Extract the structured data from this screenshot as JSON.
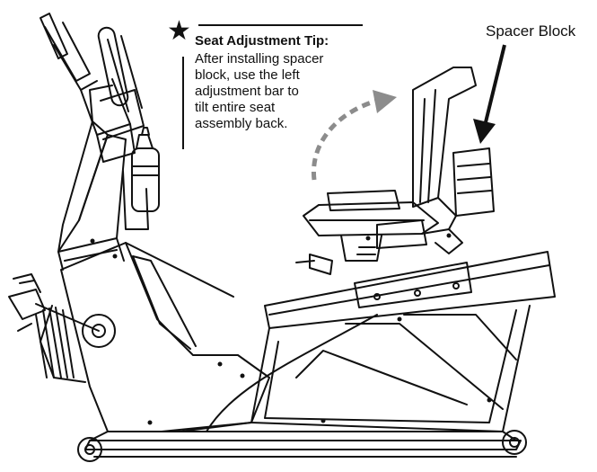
{
  "callout": {
    "title": "Seat Adjustment Tip:",
    "body_lines": [
      "After installing spacer",
      "block, use the left",
      "adjustment bar to",
      "tilt entire seat",
      "assembly back."
    ],
    "icon": "star-icon"
  },
  "labels": {
    "spacer_block": "Spacer Block"
  },
  "colors": {
    "line": "#111111",
    "dashed_arrow": "#8c8c8c",
    "background": "#ffffff"
  }
}
